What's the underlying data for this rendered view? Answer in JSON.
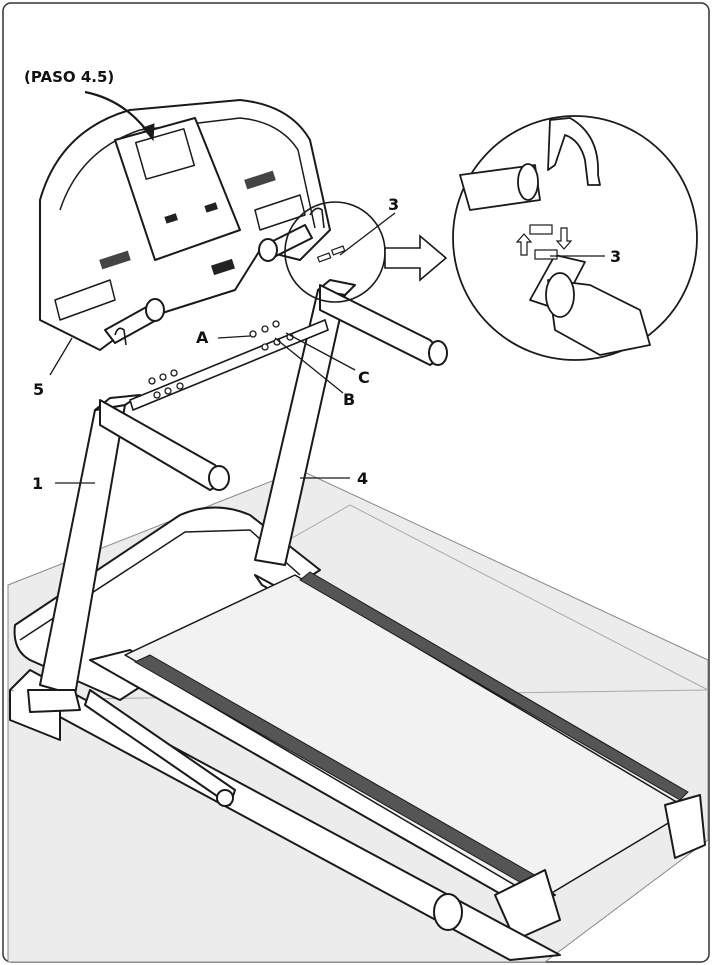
{
  "step_label": "(PASO 4.5)",
  "callouts": {
    "c1": "1",
    "c3_main": "3",
    "c3_detail": "3",
    "c4": "4",
    "c5": "5",
    "cA": "A",
    "cB": "B",
    "cC": "C"
  },
  "colors": {
    "line": "#1a1a1a",
    "frame_border": "#333333",
    "belt": "#f2f2f2",
    "rail_dark": "#3a3a3a",
    "floor": "#e8e8e8",
    "background": "#ffffff"
  },
  "icons": {
    "step_arrow": "curved-arrow-icon",
    "detail_arrow": "hollow-right-arrow-icon",
    "up_arrow": "up-arrow-icon",
    "down_arrow": "down-arrow-icon"
  }
}
